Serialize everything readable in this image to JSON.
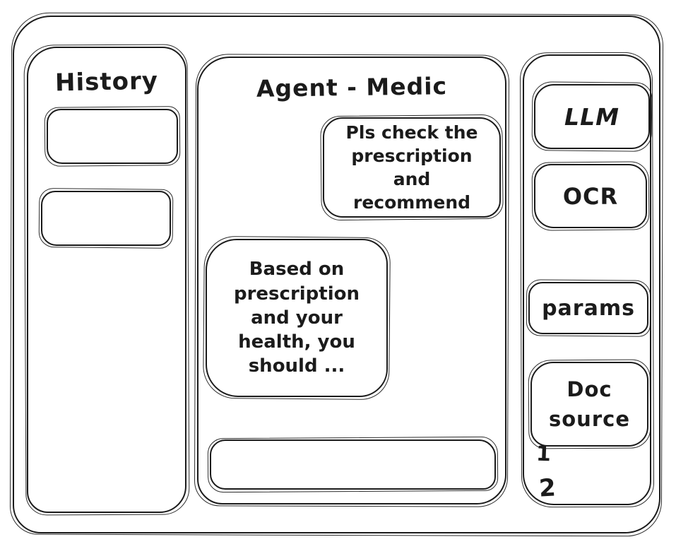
{
  "window": {
    "ink_color": "#1b1b1b",
    "background_color": "#ffffff"
  },
  "history_panel": {
    "title": "History",
    "items": [
      {
        "label": ""
      },
      {
        "label": ""
      }
    ]
  },
  "chat_panel": {
    "title": "Agent - Medic",
    "messages": [
      {
        "role": "user",
        "align": "right",
        "text": "Pls check the prescription and recommend"
      },
      {
        "role": "assistant",
        "align": "left",
        "text": "Based on prescription and your health, you should ..."
      }
    ],
    "input": {
      "value": "",
      "placeholder": ""
    }
  },
  "tools_panel": {
    "buttons": [
      {
        "label": "LLM"
      },
      {
        "label": "OCR"
      },
      {
        "label": "params"
      },
      {
        "label": "Doc source"
      }
    ],
    "doc_source_items": [
      "1",
      "2"
    ]
  }
}
